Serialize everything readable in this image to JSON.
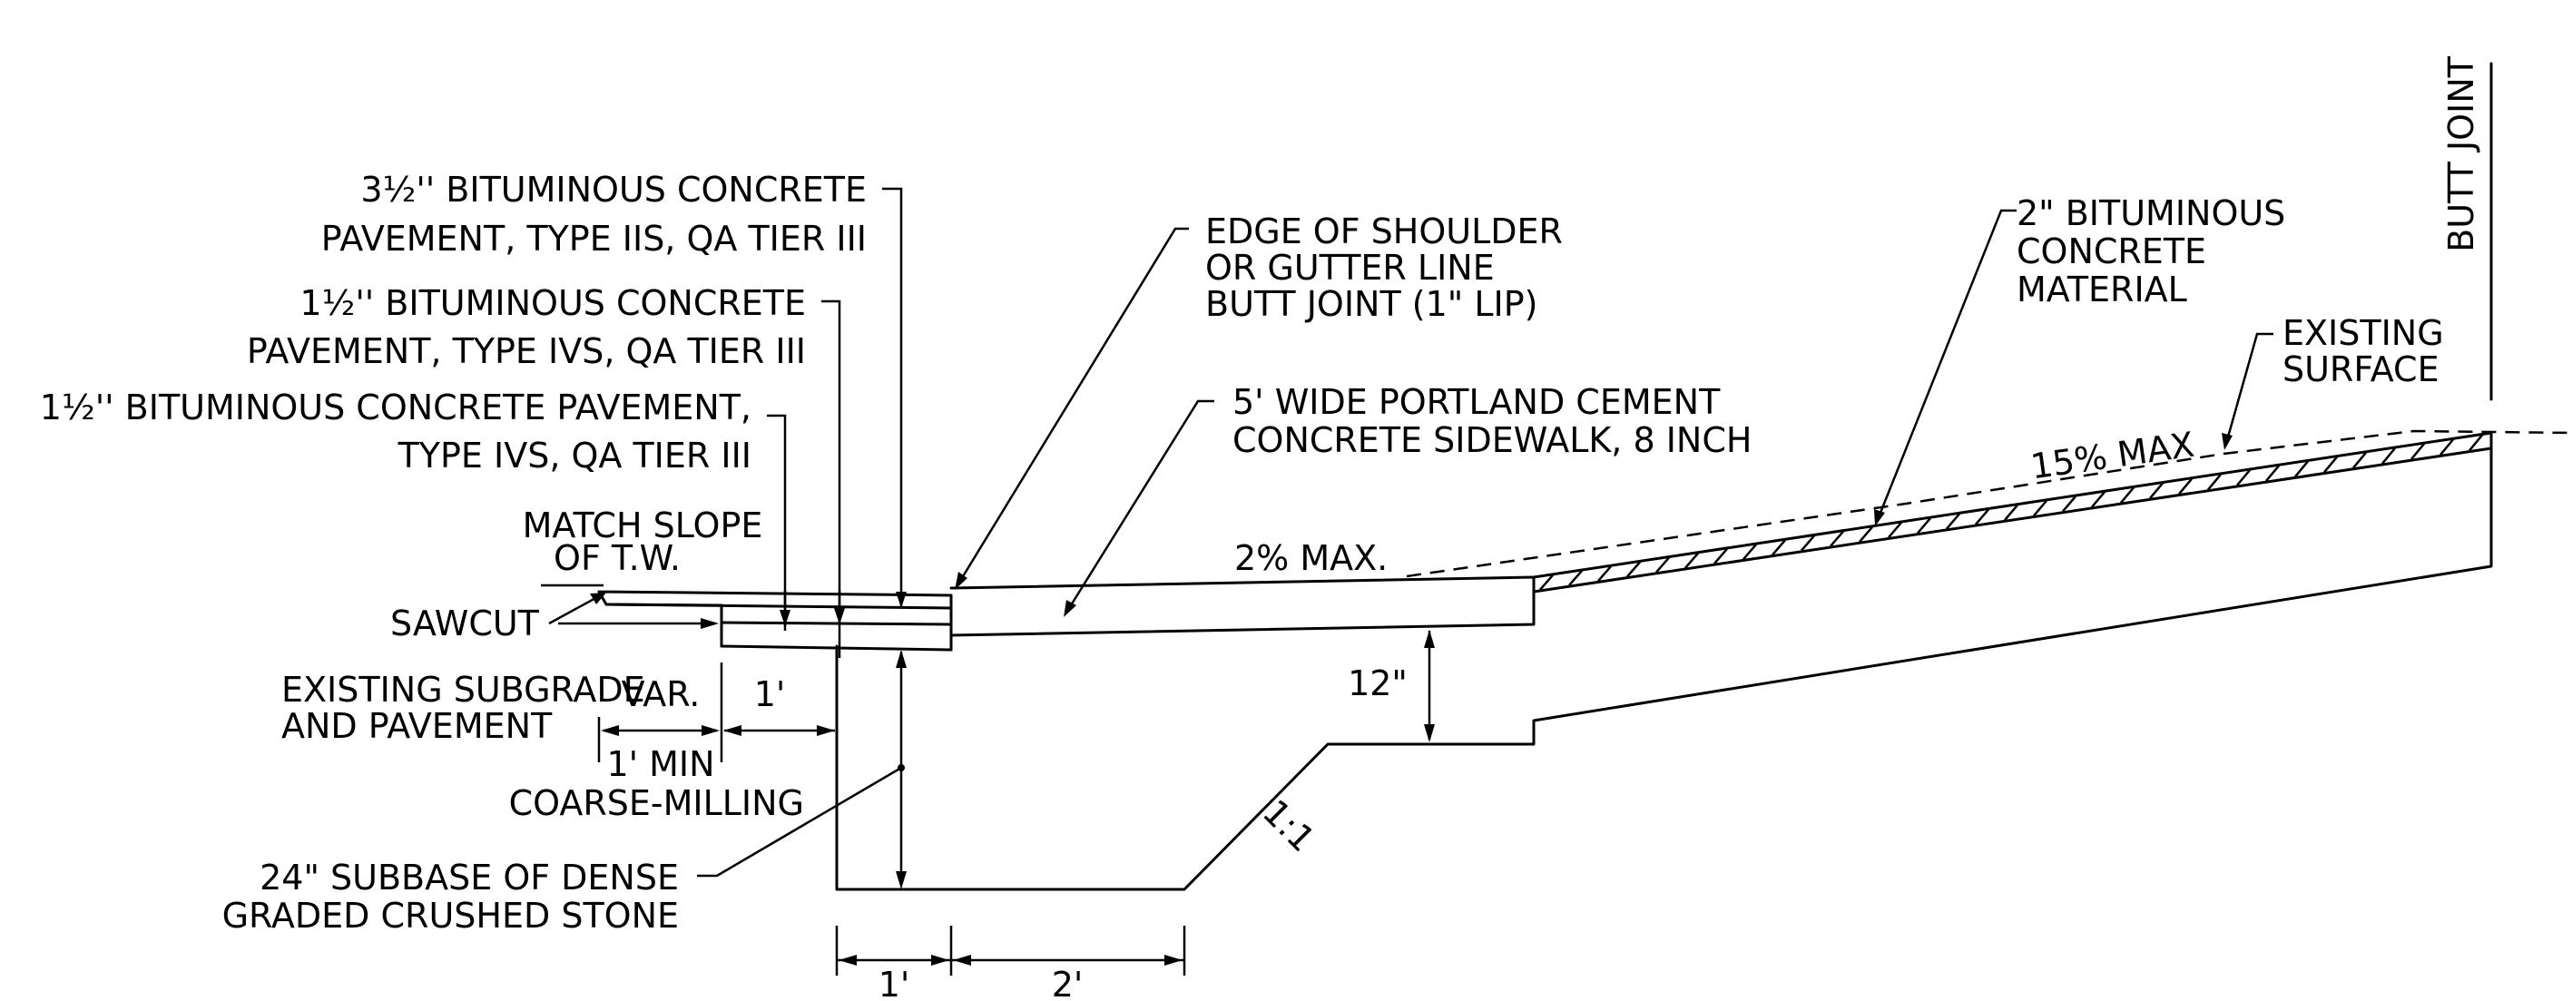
{
  "labels": {
    "layer_3_5_line1": "3½'' BITUMINOUS CONCRETE",
    "layer_3_5_line2": "PAVEMENT, TYPE IIS, QA TIER III",
    "layer_1_5_a_line1": "1½'' BITUMINOUS CONCRETE",
    "layer_1_5_a_line2": "PAVEMENT, TYPE IVS, QA TIER III",
    "layer_1_5_b_line1": "1½'' BITUMINOUS CONCRETE PAVEMENT,",
    "layer_1_5_b_line2": "TYPE IVS, QA TIER III",
    "match_slope_line1": "MATCH SLOPE",
    "match_slope_line2": "OF T.W.",
    "sawcut": "SAWCUT",
    "existing_subgrade_line1": "EXISTING SUBGRADE",
    "existing_subgrade_line2": "AND PAVEMENT",
    "var": "VAR.",
    "one_foot": "1'",
    "one_foot_min": "1' MIN",
    "coarse_milling": "COARSE-MILLING",
    "subbase_line1": "24\" SUBBASE OF DENSE",
    "subbase_line2": "GRADED CRUSHED STONE",
    "dim_bottom_1ft": "1'",
    "dim_bottom_2ft": "2'",
    "edge_shoulder_line1": "EDGE OF SHOULDER",
    "edge_shoulder_line2": "OR GUTTER LINE",
    "edge_shoulder_line3": "BUTT JOINT (1\" LIP)",
    "sidewalk_line1": "5' WIDE PORTLAND CEMENT",
    "sidewalk_line2": "CONCRETE SIDEWALK, 8 INCH",
    "slope_2pct": "2% MAX.",
    "dim_12in": "12\"",
    "slope_1to1": "1:1",
    "bit_material_line1": "2\" BITUMINOUS",
    "bit_material_line2": "CONCRETE",
    "bit_material_line3": "MATERIAL",
    "existing_surface_line1": "EXISTING",
    "existing_surface_line2": "SURFACE",
    "slope_15pct": "15% MAX",
    "butt_joint_vertical": "BUTT JOINT"
  }
}
